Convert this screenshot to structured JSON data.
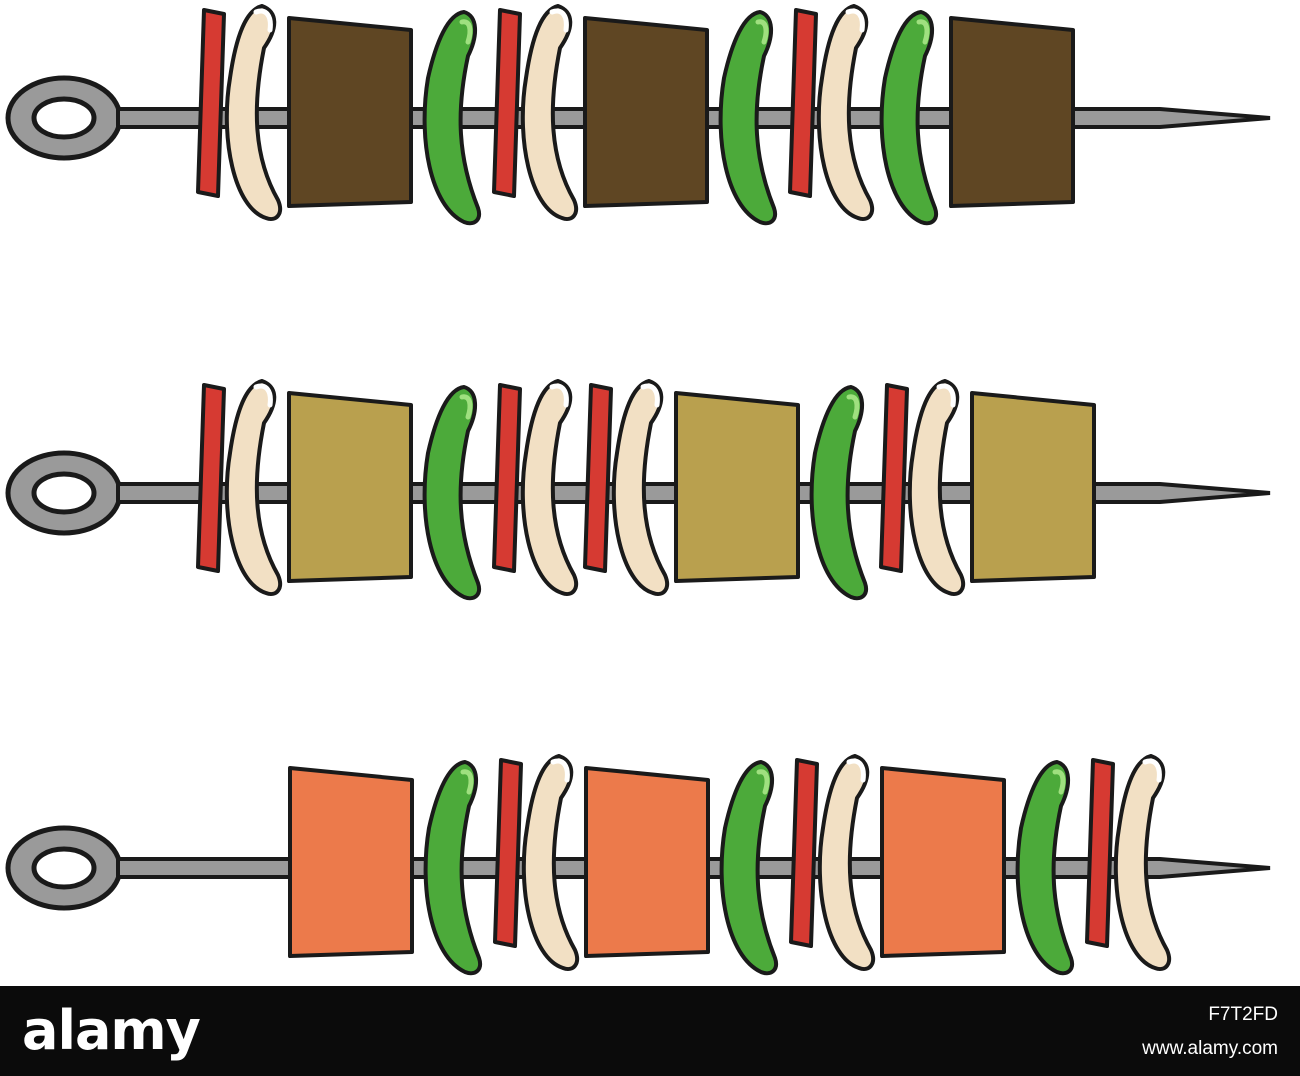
{
  "colors": {
    "background": "#ffffff",
    "outline": "#1a1a1a",
    "skewer_metal": "#9a9a9a",
    "tomato": "#d63a32",
    "onion": "#f2e0c4",
    "pepper": "#4caa3a",
    "meat_brown": "#5f4623",
    "tofu_olive": "#b9a04e",
    "salmon": "#ec7a4b",
    "footer": "#0b0b0b"
  },
  "skewers": [
    {
      "name": "meat-kebab-skewer",
      "items": [
        "tomato",
        "onion",
        "meat_brown",
        "pepper",
        "tomato",
        "onion",
        "meat_brown",
        "pepper",
        "tomato",
        "onion",
        "pepper",
        "meat_brown"
      ]
    },
    {
      "name": "tofu-kebab-skewer",
      "items": [
        "tomato",
        "onion",
        "tofu_olive",
        "pepper",
        "tomato",
        "onion",
        "tomato",
        "onion",
        "tofu_olive",
        "pepper",
        "tomato",
        "onion",
        "tofu_olive"
      ]
    },
    {
      "name": "salmon-kebab-skewer",
      "items": [
        "salmon",
        "pepper",
        "tomato",
        "onion",
        "salmon",
        "pepper",
        "tomato",
        "onion",
        "salmon",
        "pepper",
        "tomato",
        "onion"
      ]
    }
  ],
  "footer": {
    "brand": "alamy",
    "image_id": "F7T2FD",
    "site": "www.alamy.com"
  }
}
